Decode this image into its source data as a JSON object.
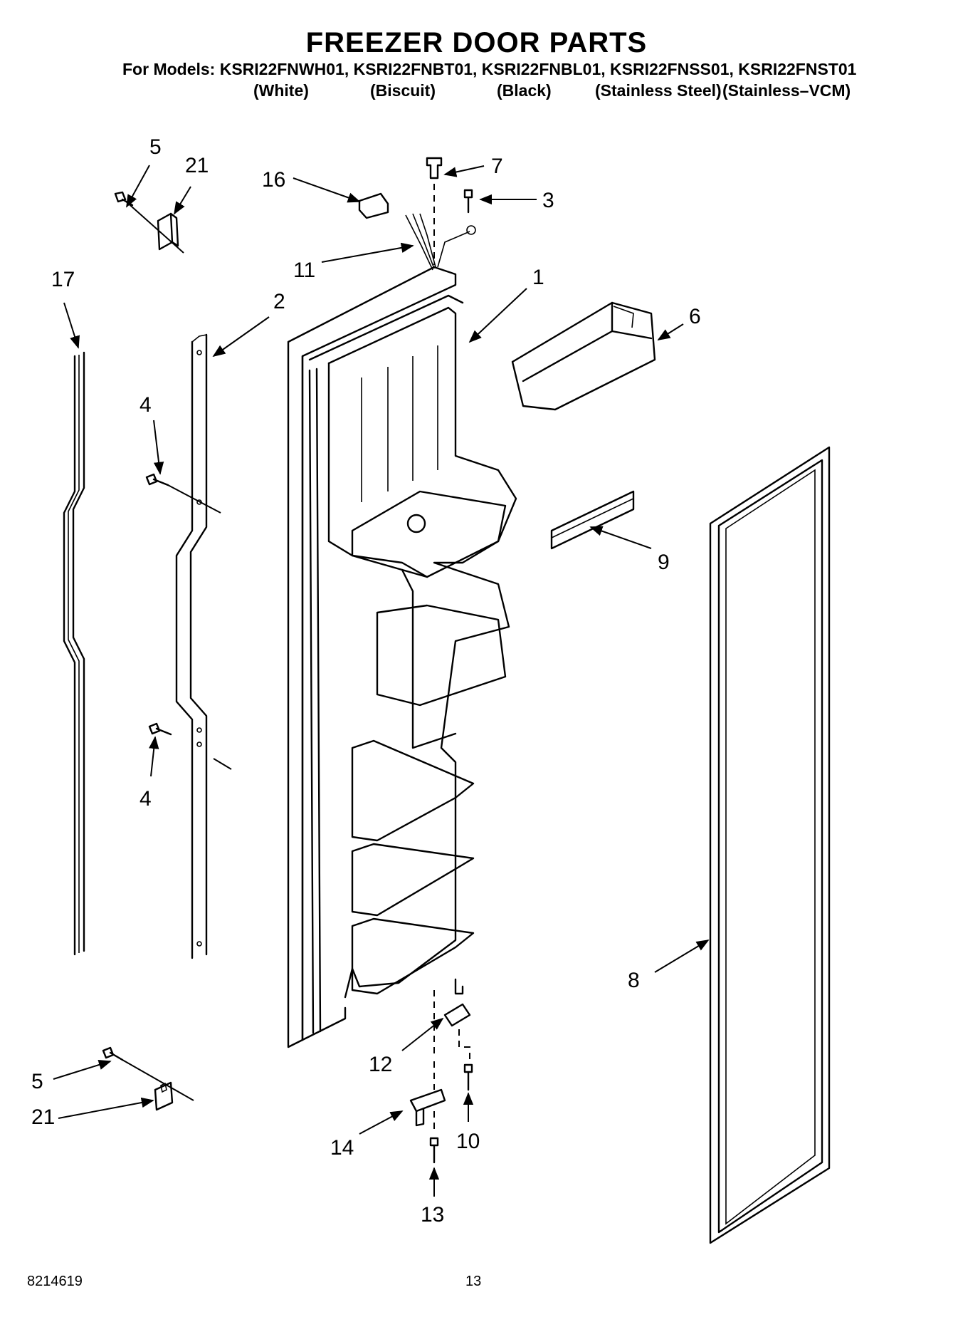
{
  "header": {
    "title": "FREEZER DOOR PARTS",
    "models_line": "For Models: KSRI22FNWH01, KSRI22FNBT01, KSRI22FNBL01, KSRI22FNSS01, KSRI22FNST01",
    "colors": [
      "(White)",
      "(Biscuit)",
      "(Black)",
      "(Stainless Steel)",
      "(Stainless–VCM)"
    ]
  },
  "callouts": [
    {
      "id": "c5a",
      "label": "5"
    },
    {
      "id": "c21a",
      "label": "21"
    },
    {
      "id": "c16",
      "label": "16"
    },
    {
      "id": "c7",
      "label": "7"
    },
    {
      "id": "c3",
      "label": "3"
    },
    {
      "id": "c11",
      "label": "11"
    },
    {
      "id": "c1",
      "label": "1"
    },
    {
      "id": "c17",
      "label": "17"
    },
    {
      "id": "c2",
      "label": "2"
    },
    {
      "id": "c6",
      "label": "6"
    },
    {
      "id": "c4a",
      "label": "4"
    },
    {
      "id": "c9",
      "label": "9"
    },
    {
      "id": "c4b",
      "label": "4"
    },
    {
      "id": "c8",
      "label": "8"
    },
    {
      "id": "c12",
      "label": "12"
    },
    {
      "id": "c5b",
      "label": "5"
    },
    {
      "id": "c21b",
      "label": "21"
    },
    {
      "id": "c14",
      "label": "14"
    },
    {
      "id": "c10",
      "label": "10"
    },
    {
      "id": "c13",
      "label": "13"
    }
  ],
  "footer": {
    "doc_number": "8214619",
    "page_number": "13"
  }
}
